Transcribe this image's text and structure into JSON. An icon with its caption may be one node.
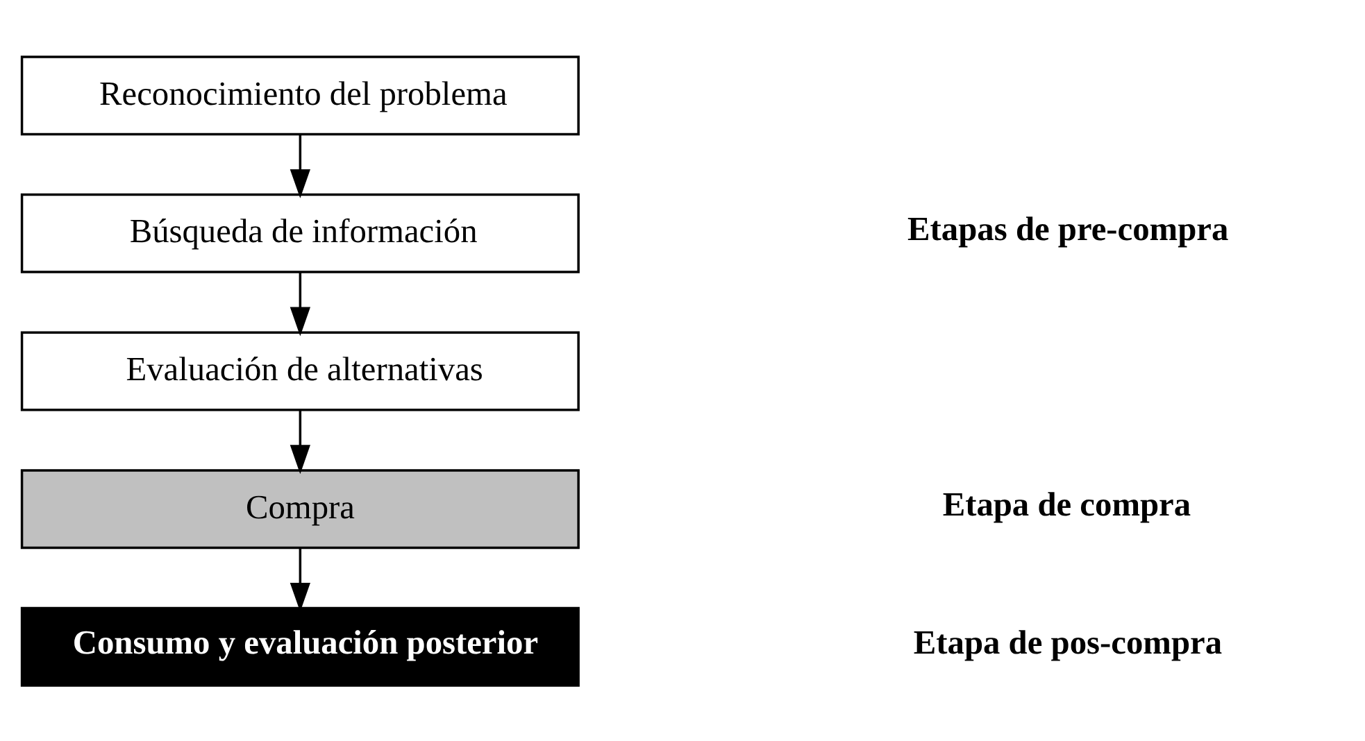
{
  "diagram": {
    "nodes": [
      {
        "text": [
          "Reconocimiento del problema"
        ]
      },
      {
        "text": [
          "Búsqueda de información"
        ]
      },
      {
        "text": [
          "Evaluación de alternativas"
        ]
      },
      {
        "text": [
          "Compra"
        ]
      },
      {
        "text": [
          "Consumo y evaluación posterior"
        ]
      }
    ],
    "edges": [
      {
        "from": 0,
        "to": 1,
        "arrow": "to"
      },
      {
        "from": 1,
        "to": 2,
        "arrow": "to"
      },
      {
        "from": 2,
        "to": 3,
        "arrow": "to"
      },
      {
        "from": 3,
        "to": 4,
        "arrow": "to"
      }
    ],
    "labels": [
      "Etapas de pre-compra",
      "Etapa de compra",
      "Etapa de pos-compra"
    ]
  }
}
